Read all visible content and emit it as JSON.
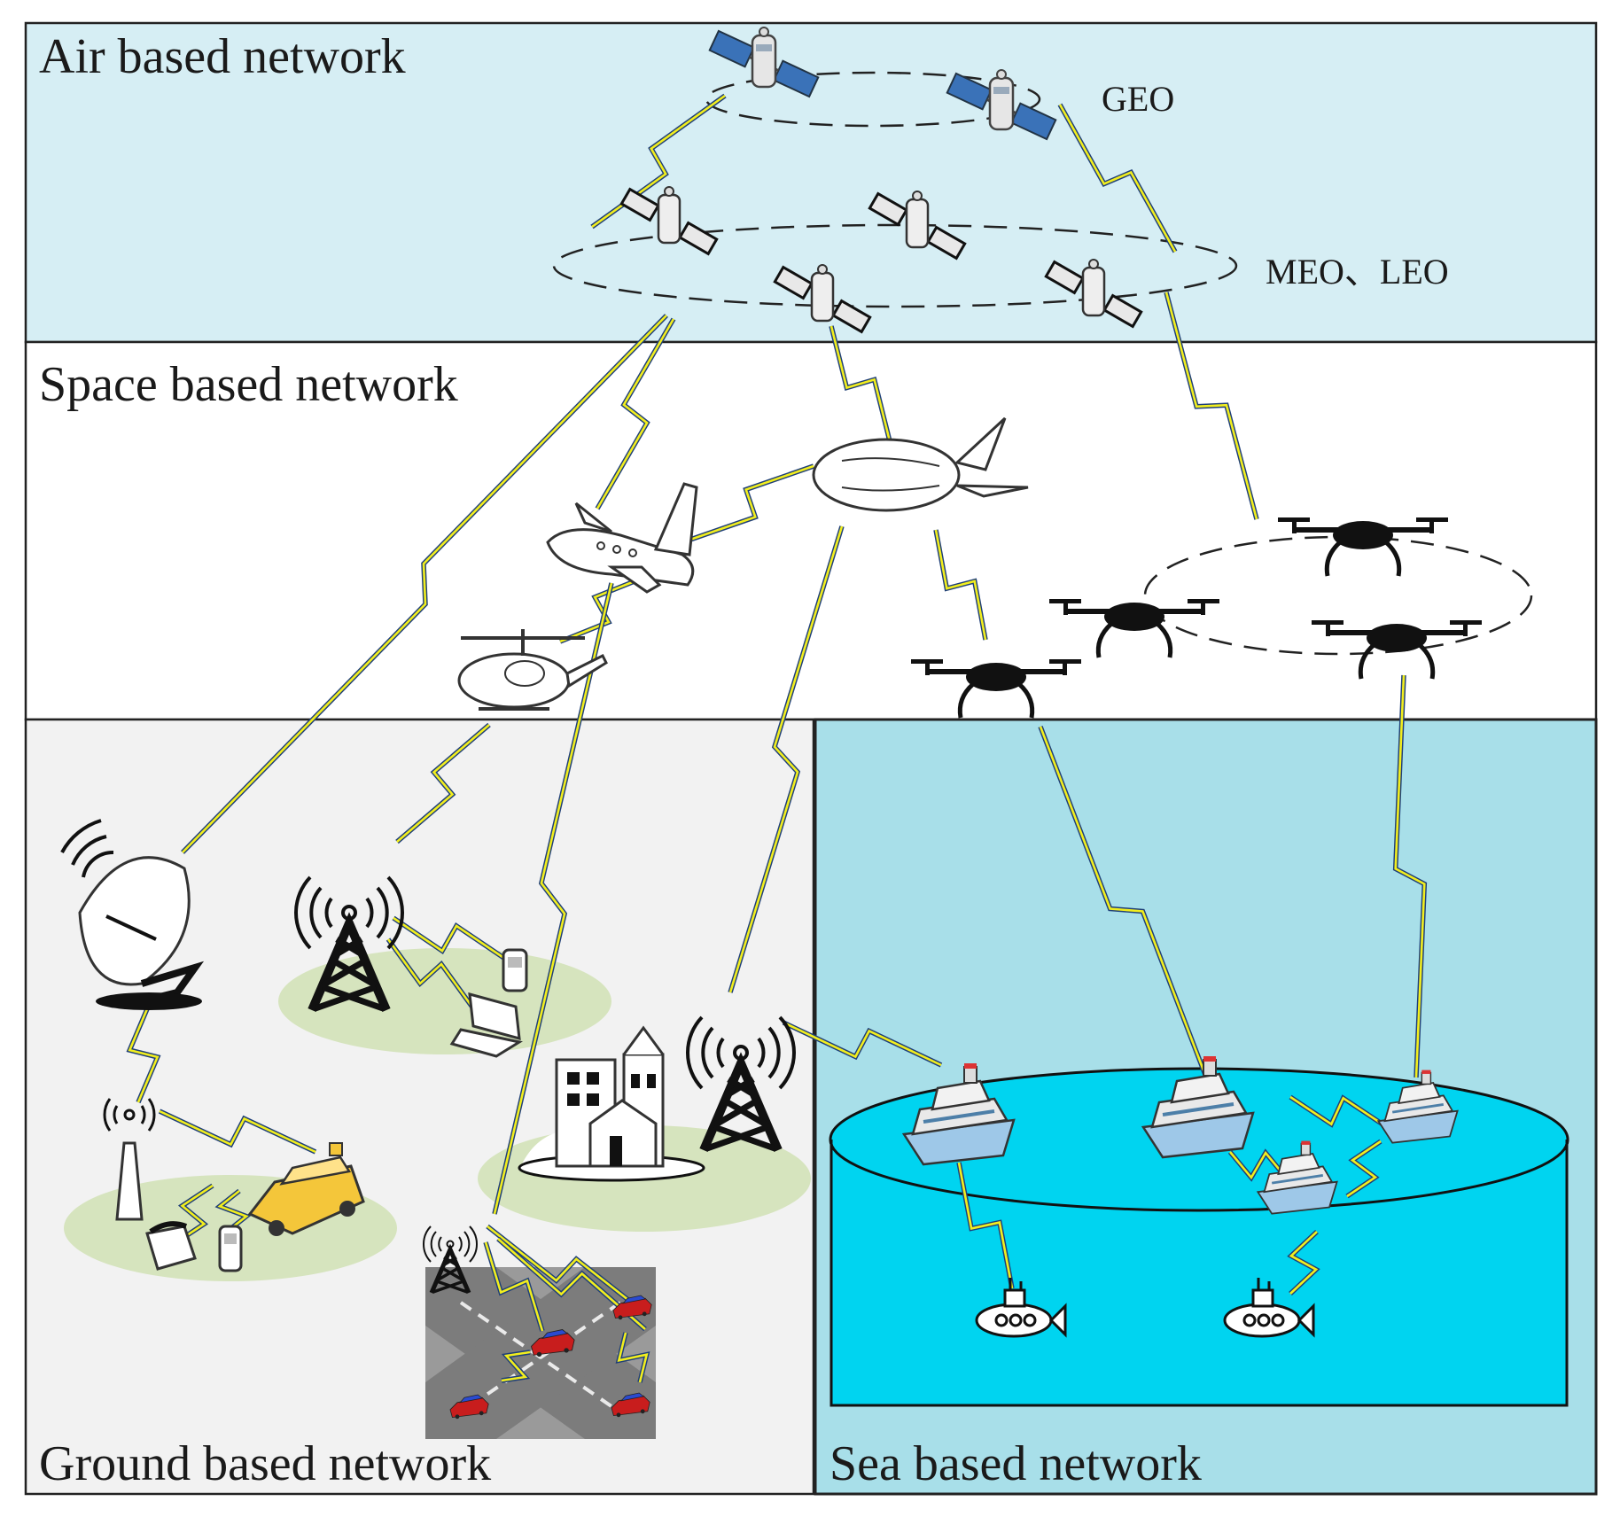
{
  "regions": {
    "air": {
      "label": "Air based network",
      "fill": "#d6eef4"
    },
    "space": {
      "label": "Space based network",
      "fill": "#ffffff"
    },
    "ground": {
      "label": "Ground based network",
      "fill": "#f2f2f2"
    },
    "sea": {
      "label": "Sea based network",
      "fill": "#a8dfe9"
    }
  },
  "orbits": {
    "geo": {
      "label": "GEO"
    },
    "meo_leo": {
      "label": "MEO、LEO"
    }
  },
  "colors": {
    "link_outer": "#1f3f78",
    "link_inner": "#f2ee1e",
    "ocean": "#00d4f0",
    "ground_patch": "#d6e4be",
    "car": "#f4c63a",
    "road": "#8f8f8f",
    "ship_hull": "#9ec8e8"
  },
  "icons": [
    "satellite-icon",
    "airplane-icon",
    "airship-icon",
    "helicopter-icon",
    "drone-icon",
    "satellite-dish-icon",
    "cell-tower-icon",
    "phone-icon",
    "laptop-icon",
    "car-icon",
    "building-icon",
    "ship-icon",
    "submarine-icon"
  ]
}
